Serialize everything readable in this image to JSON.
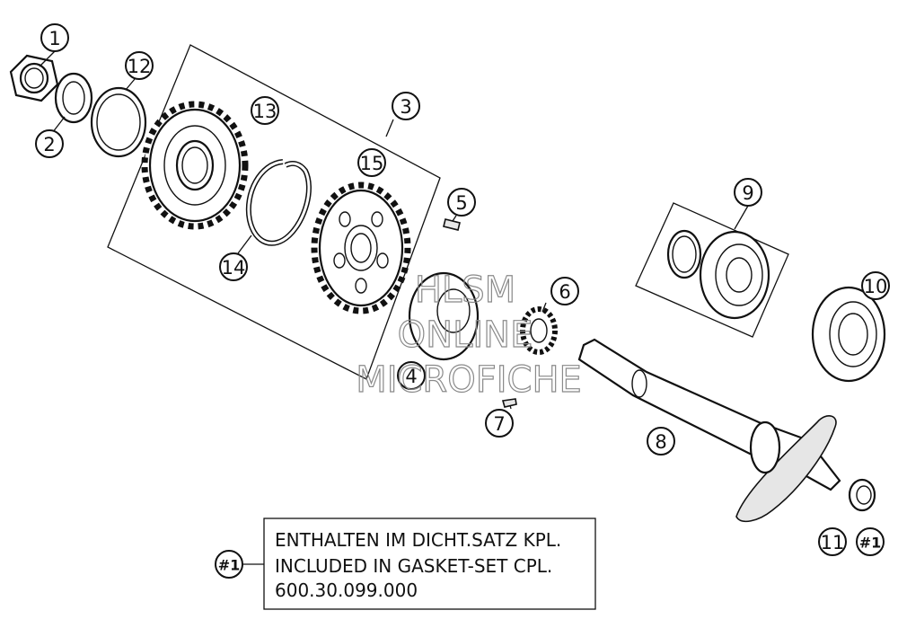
{
  "callouts": [
    {
      "id": "1"
    },
    {
      "id": "2"
    },
    {
      "id": "3"
    },
    {
      "id": "4"
    },
    {
      "id": "5"
    },
    {
      "id": "6"
    },
    {
      "id": "7"
    },
    {
      "id": "8"
    },
    {
      "id": "9"
    },
    {
      "id": "10"
    },
    {
      "id": "11"
    },
    {
      "id": "12"
    },
    {
      "id": "13"
    },
    {
      "id": "14"
    },
    {
      "id": "15"
    }
  ],
  "ref_marker": "#1",
  "note": {
    "marker": "#1",
    "line1": "ENTHALTEN IM DICHT.SATZ KPL.",
    "line2": "INCLUDED IN GASKET-SET CPL.",
    "line3": "600.30.099.000"
  },
  "watermark": {
    "line1": "HLSM",
    "line2": "ONLINE",
    "line3": "MICROFICHE"
  }
}
